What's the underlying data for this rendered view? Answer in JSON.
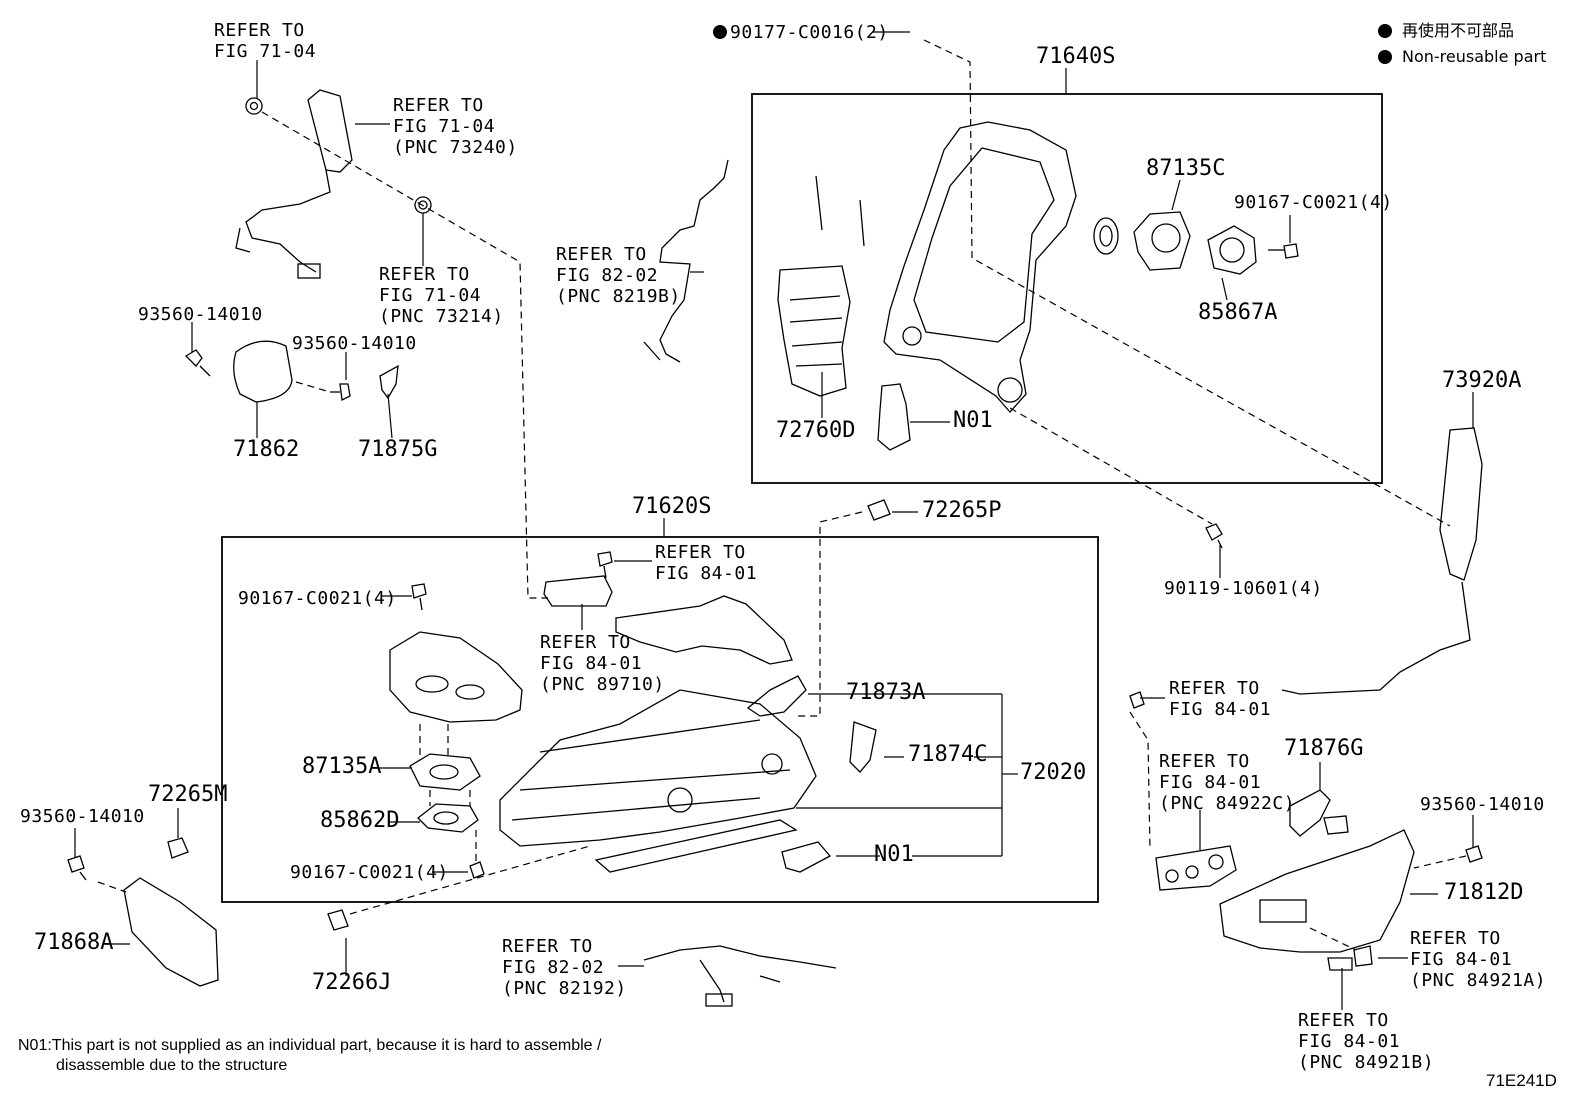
{
  "legend": {
    "japanese": "再使用不可部品",
    "english": "Non-reusable part"
  },
  "labels": {
    "l_71_04_top": "REFER TO\nFIG 71-04",
    "l_73240": "REFER TO\nFIG 71-04\n(PNC 73240)",
    "l_73214": "REFER TO\nFIG 71-04\n(PNC 73214)",
    "l_8219b": "REFER TO\nFIG 82-02\n(PNC 8219B)",
    "l_90177": "90177-C0016(2)",
    "l_71640s": "71640S",
    "l_87135c": "87135C",
    "l_90167_top": "90167-C0021(4)",
    "l_85867a": "85867A",
    "l_72760d": "72760D",
    "l_n01_top": "N01",
    "l_93560_a": "93560-14010",
    "l_93560_b": "93560-14010",
    "l_71862": "71862",
    "l_71875g": "71875G",
    "l_73920a": "73920A",
    "l_71620s": "71620S",
    "l_72265p": "72265P",
    "l_84_01_a": "REFER TO\nFIG 84-01",
    "l_90167_mid": "90167-C0021(4)",
    "l_89710": "REFER TO\nFIG 84-01\n(PNC 89710)",
    "l_90119": "90119-10601(4)",
    "l_84_01_b": "REFER TO\nFIG 84-01",
    "l_71873a": "71873A",
    "l_84922c": "REFER TO\nFIG 84-01\n(PNC 84922C)",
    "l_71876g": "71876G",
    "l_87135a": "87135A",
    "l_71874c": "71874C",
    "l_72020": "72020",
    "l_93560_c": "93560-14010",
    "l_72265m": "72265M",
    "l_85862d": "85862D",
    "l_93560_d": "93560-14010",
    "l_n01_bottom": "N01",
    "l_90167_bot": "90167-C0021(4)",
    "l_71812d": "71812D",
    "l_71868a": "71868A",
    "l_82192": "REFER TO\nFIG 82-02\n(PNC 82192)",
    "l_84921a": "REFER TO\nFIG 84-01\n(PNC 84921A)",
    "l_72266j": "72266J",
    "l_84921b": "REFER TO\nFIG 84-01\n(PNC 84921B)"
  },
  "footnote": {
    "line1": "N01:This part is not supplied as an individual part, because it is hard to assemble /",
    "line2": "disassemble due to the structure"
  },
  "figure_code": "71E241D"
}
